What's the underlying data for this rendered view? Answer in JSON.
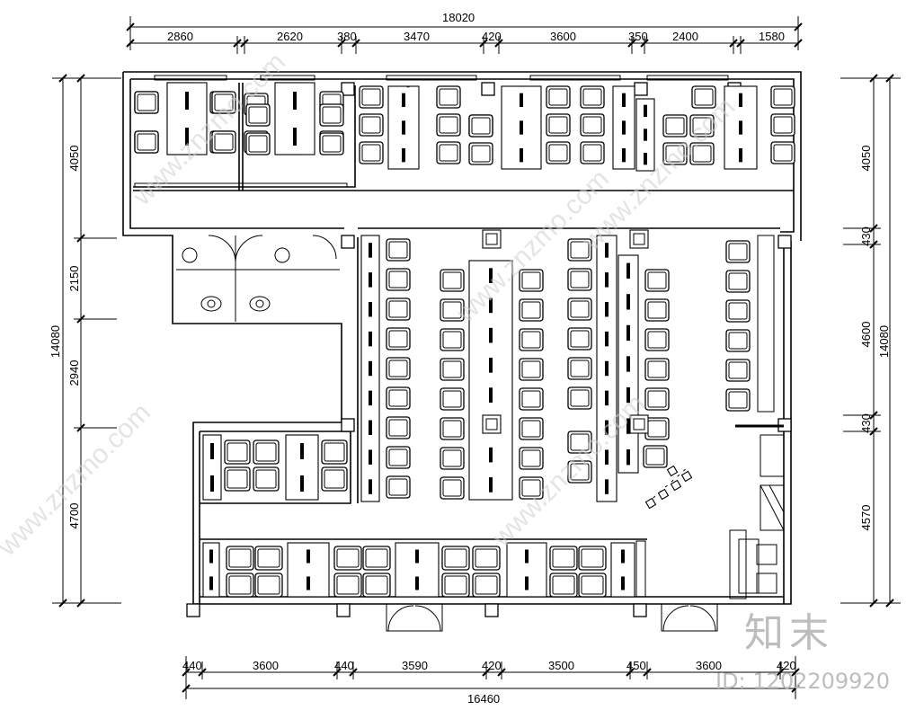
{
  "plan": {
    "top_total": "18020",
    "top_segments": [
      "2860",
      "2620",
      "380",
      "3470",
      "420",
      "3600",
      "350",
      "2400",
      "1580"
    ],
    "bottom_total": "16460",
    "bottom_segments": [
      "440",
      "3600",
      "440",
      "3590",
      "420",
      "3500",
      "450",
      "3600",
      "420"
    ],
    "left_total": "14080",
    "left_segments": [
      "4050",
      "2150",
      "2940",
      "4700"
    ],
    "right_total": "14080",
    "right_segments": [
      "4050",
      "430",
      "4600",
      "430",
      "4570"
    ]
  },
  "watermark": {
    "logo": "知末",
    "id": "ID: 1202209920",
    "url": "www.znzmo.com"
  }
}
